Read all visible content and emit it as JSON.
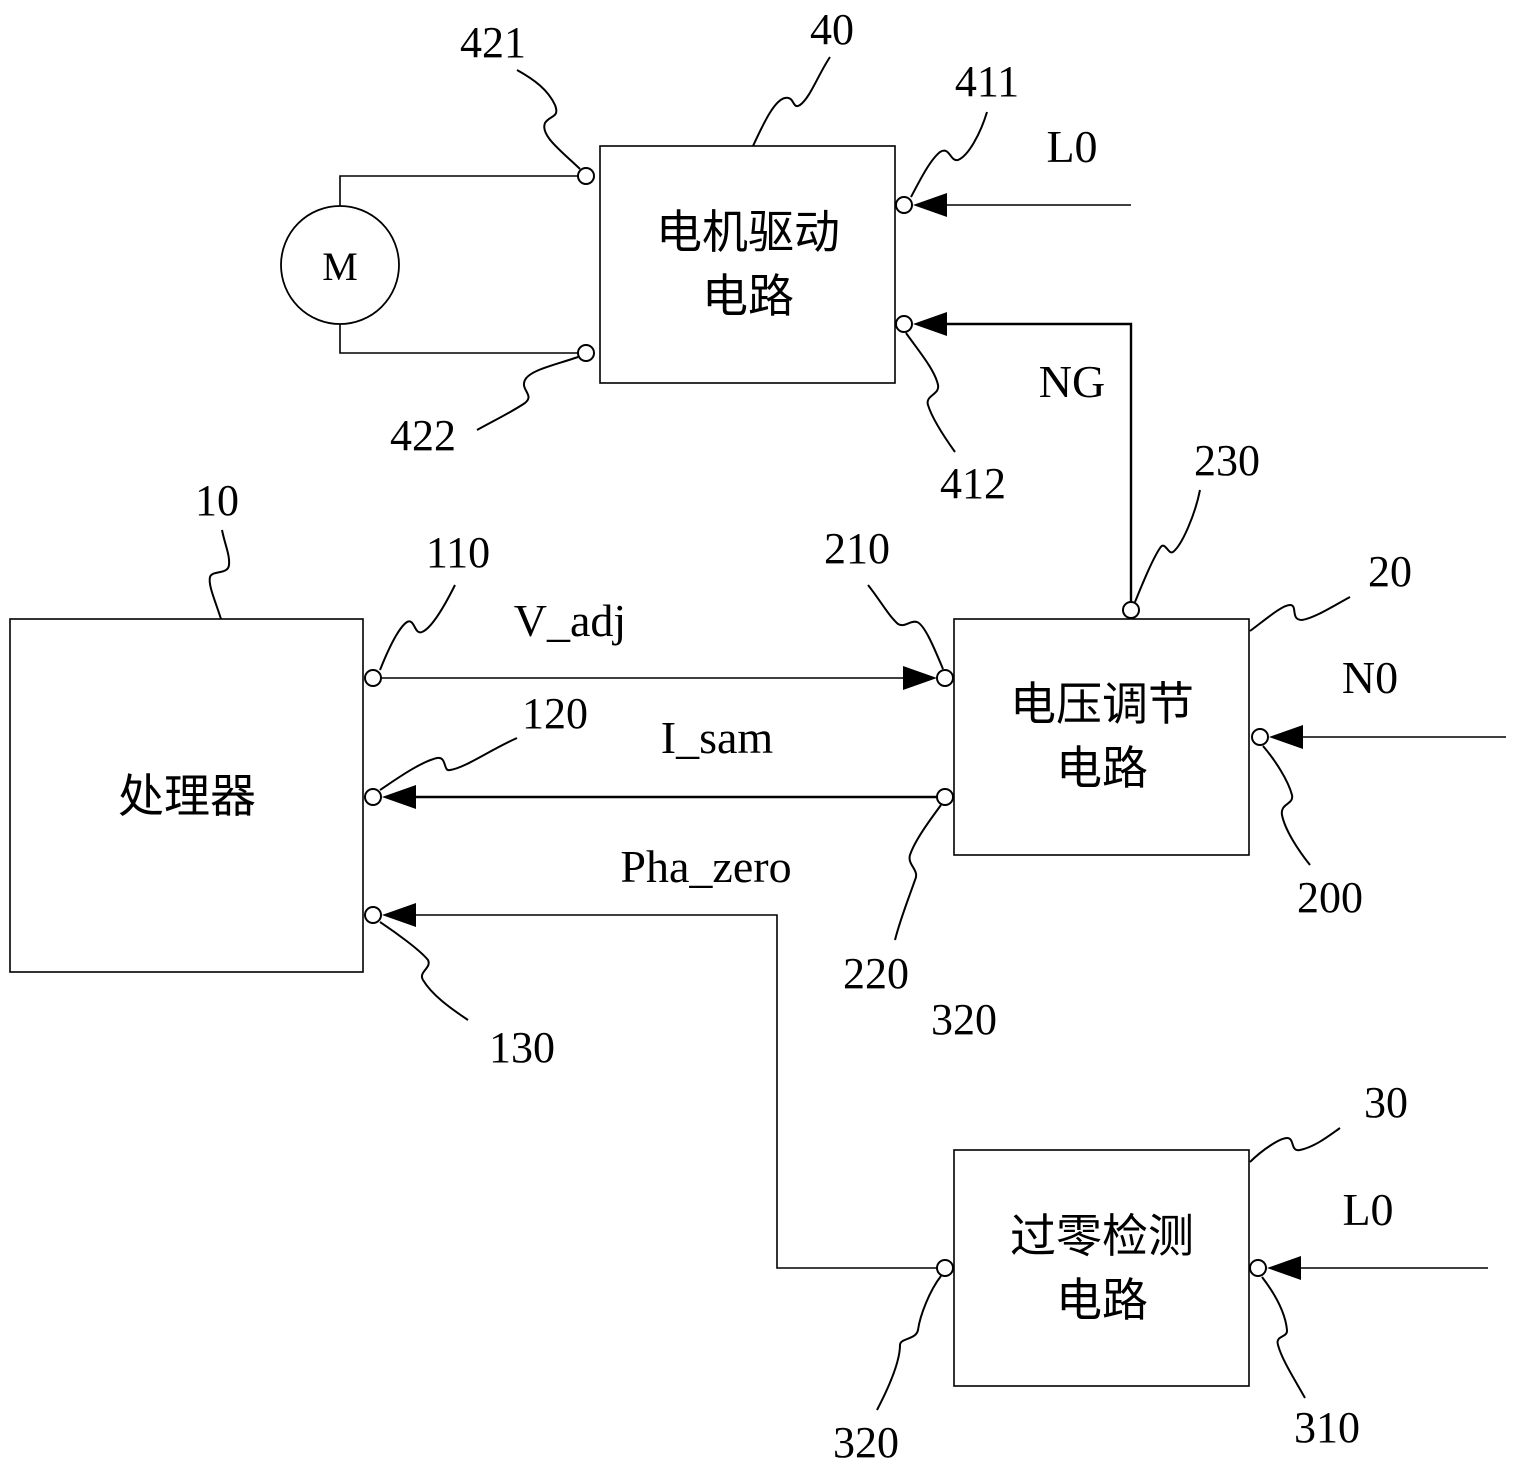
{
  "blocks": {
    "processor": {
      "ref": "10",
      "line1": "处理器",
      "line2": ""
    },
    "voltage_regulator": {
      "ref": "20",
      "line1": "电压调节",
      "line2": "电路"
    },
    "zero_cross_detector": {
      "ref": "30",
      "line1": "过零检测",
      "line2": "电路"
    },
    "motor_driver": {
      "ref": "40",
      "line1": "电机驱动",
      "line2": "电路"
    }
  },
  "motor": {
    "letter": "M"
  },
  "ports": {
    "p110": "110",
    "p120": "120",
    "p130": "130",
    "p200": "200",
    "p210": "210",
    "p220": "220",
    "p230": "230",
    "p310": "310",
    "p320": "320",
    "p320_extra": "320",
    "p411": "411",
    "p412": "412",
    "p421": "421",
    "p422": "422"
  },
  "signals": {
    "v_adj": "V_adj",
    "i_sam": "I_sam",
    "pha_zero": "Pha_zero",
    "ng": "NG",
    "l0_top": "L0",
    "n0": "N0",
    "l0_bottom": "L0"
  }
}
